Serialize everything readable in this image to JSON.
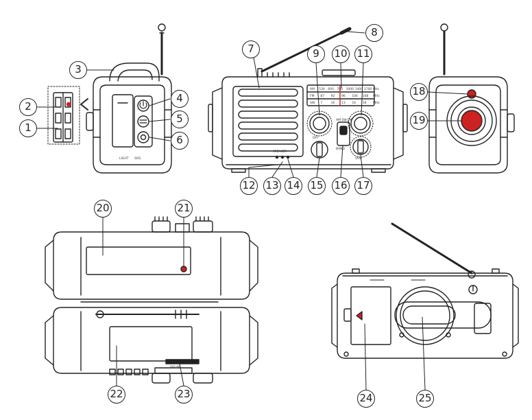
{
  "callouts": [
    {
      "id": "1",
      "text": "1"
    },
    {
      "id": "2",
      "text": "2"
    },
    {
      "id": "3",
      "text": "3"
    },
    {
      "id": "4",
      "text": "4"
    },
    {
      "id": "5",
      "text": "5"
    },
    {
      "id": "6",
      "text": "6"
    },
    {
      "id": "7",
      "text": "7"
    },
    {
      "id": "8",
      "text": "8"
    },
    {
      "id": "9",
      "text": "9"
    },
    {
      "id": "10",
      "text": "10"
    },
    {
      "id": "11",
      "text": "11"
    },
    {
      "id": "12",
      "text": "12"
    },
    {
      "id": "13",
      "text": "13"
    },
    {
      "id": "14",
      "text": "14"
    },
    {
      "id": "15",
      "text": "15"
    },
    {
      "id": "16",
      "text": "16"
    },
    {
      "id": "17",
      "text": "17"
    },
    {
      "id": "18",
      "text": "18"
    },
    {
      "id": "19",
      "text": "19"
    },
    {
      "id": "20",
      "text": "20"
    },
    {
      "id": "21",
      "text": "21"
    },
    {
      "id": "22",
      "text": "22"
    },
    {
      "id": "23",
      "text": "23"
    },
    {
      "id": "24",
      "text": "24"
    },
    {
      "id": "25",
      "text": "25"
    }
  ],
  "dial": {
    "am_row": [
      "AM",
      "530",
      "600",
      "700",
      "1000",
      "1400",
      "1700",
      "KHz"
    ],
    "fm_row": [
      "FM",
      "87",
      "92",
      "96",
      "104",
      "108",
      "MHz"
    ],
    "sw_row": [
      "SW",
      "7",
      "10",
      "13",
      "16",
      "18",
      "MHz"
    ]
  },
  "panel_text": {
    "band_switch": "AM SW FM",
    "off_label": "OFF",
    "vol_label": "VOL",
    "speaker_label": "SPEAKER",
    "light_label": "LIGHT",
    "sos_label": "SOS",
    "solar_label": "SOLAR",
    "band_label": "BAND"
  },
  "colors": {
    "line": "#222222",
    "accent": "#cc2222"
  }
}
